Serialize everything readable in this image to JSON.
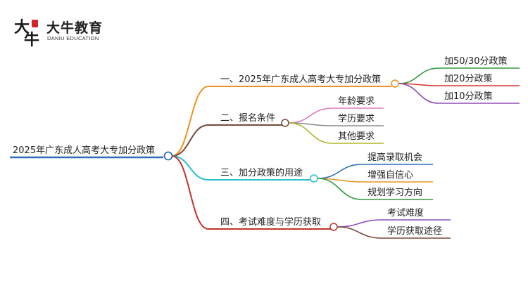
{
  "brand": {
    "name": "大牛教育",
    "subtitle": "DANIU EDUCATION",
    "mark_chars": [
      "大",
      "牛"
    ],
    "colors": {
      "mark": "#1a1a1a",
      "accent": "#d0262b"
    }
  },
  "mindmap": {
    "root": {
      "label": "2025年广东成人高考大专加分政策",
      "color": "#2f6fb5"
    },
    "branches": [
      {
        "label": "一、2025年广东成人高考大专加分政策",
        "color": "#f0911f",
        "children": [
          {
            "label": "加50/30分政策",
            "color": "#2e9b3f"
          },
          {
            "label": "加20分政策",
            "color": "#d8342f"
          },
          {
            "label": "加10分政策",
            "color": "#8b4fb8"
          }
        ]
      },
      {
        "label": "二、报名条件",
        "color": "#7a4a3a",
        "children": [
          {
            "label": "年龄要求",
            "color": "#e079c0"
          },
          {
            "label": "学历要求",
            "color": "#8c8c8c"
          },
          {
            "label": "其他要求",
            "color": "#b4b628"
          }
        ]
      },
      {
        "label": "三、加分政策的用途",
        "color": "#2bbfd0",
        "children": [
          {
            "label": "提高录取机会",
            "color": "#2f6fb5"
          },
          {
            "label": "增强自信心",
            "color": "#f0911f"
          },
          {
            "label": "规划学习方向",
            "color": "#2e9b3f"
          }
        ]
      },
      {
        "label": "四、考试难度与学历获取",
        "color": "#c0332c",
        "children": [
          {
            "label": "考试难度",
            "color": "#8b4fb8"
          },
          {
            "label": "学历获取途径",
            "color": "#7a4a3a"
          }
        ]
      }
    ]
  }
}
